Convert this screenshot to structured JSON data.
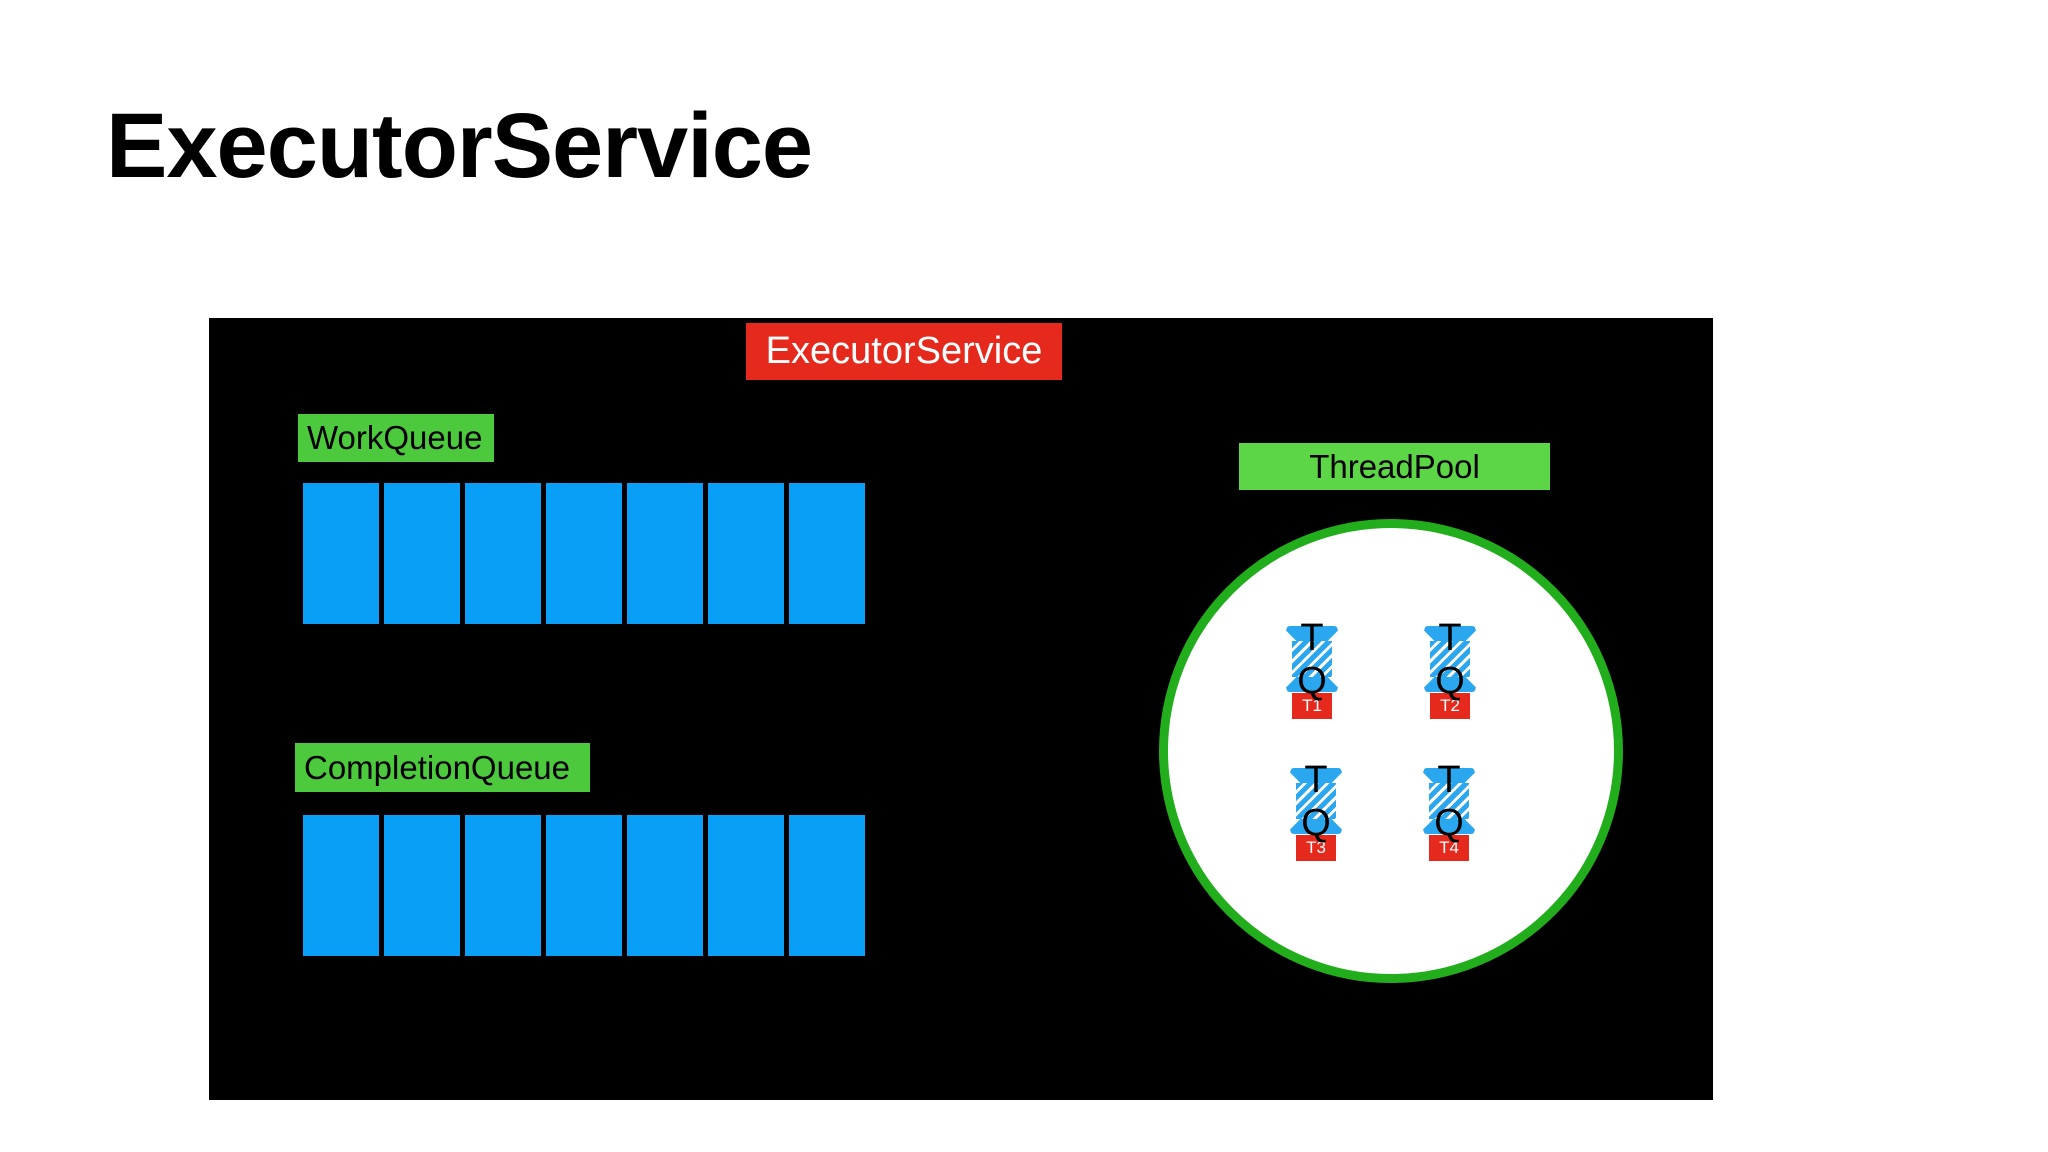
{
  "page": {
    "title": "ExecutorService"
  },
  "colors": {
    "panel_bg": "#000000",
    "accent_red": "#e6291d",
    "queue_green": "#4cc93c",
    "pool_green": "#5cd546",
    "circle_green": "#22ad1c",
    "slot_blue": "#0a9ff7",
    "spool_blue": "#2ba7f0",
    "text_white": "#ffffff",
    "text_black": "#000000"
  },
  "panel": {
    "label": "ExecutorService"
  },
  "work_queue": {
    "label": "WorkQueue",
    "slot_count": 7
  },
  "completion_queue": {
    "label": "CompletionQueue",
    "slot_count": 7
  },
  "thread_pool": {
    "label": "ThreadPool",
    "threads": [
      {
        "id": "T1",
        "overlay_top": "T",
        "overlay_bottom": "Q",
        "icon": "thread-spool-icon"
      },
      {
        "id": "T2",
        "overlay_top": "T",
        "overlay_bottom": "Q",
        "icon": "thread-spool-icon"
      },
      {
        "id": "T3",
        "overlay_top": "T",
        "overlay_bottom": "Q",
        "icon": "thread-spool-icon"
      },
      {
        "id": "T4",
        "overlay_top": "T",
        "overlay_bottom": "Q",
        "icon": "thread-spool-icon"
      }
    ]
  }
}
